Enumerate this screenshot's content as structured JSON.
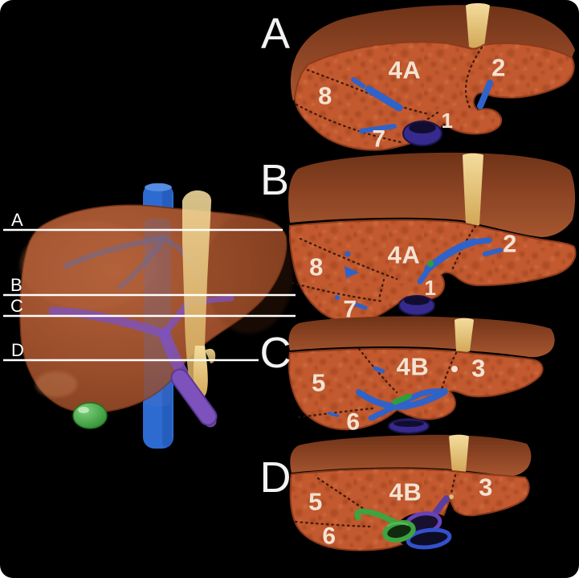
{
  "colors": {
    "background": "#000000",
    "page_background": "#ffffff",
    "cut_face": "#c2592f",
    "top_band": "#8a4424",
    "overview_liver": "#9a4e2b",
    "ligament_tan": "#e9c87d",
    "vessel_blue": "#2f63c9",
    "ivc_navy": "#372a8e",
    "portal_purple": "#7e52bd",
    "ivc_tube_blue": "#2e6bd0",
    "gallbladder_green": "#3fa33f",
    "bile_green": "#2f9e3f",
    "section_line": "#ffffff",
    "segment_label": "#f3e3d3",
    "letter_label": "#f2f2f2",
    "divider_dash": "#2a1206"
  },
  "overview": {
    "lines": [
      {
        "label": "A"
      },
      {
        "label": "B"
      },
      {
        "label": "C"
      },
      {
        "label": "D"
      }
    ]
  },
  "sections": [
    {
      "label": "A",
      "segments": [
        {
          "label": "8"
        },
        {
          "label": "4A"
        },
        {
          "label": "2"
        },
        {
          "label": "1"
        },
        {
          "label": "7"
        }
      ]
    },
    {
      "label": "B",
      "segments": [
        {
          "label": "8"
        },
        {
          "label": "4A"
        },
        {
          "label": "2"
        },
        {
          "label": "1"
        },
        {
          "label": "7"
        }
      ]
    },
    {
      "label": "C",
      "segments": [
        {
          "label": "5"
        },
        {
          "label": "4B"
        },
        {
          "label": "3"
        },
        {
          "label": "6"
        }
      ]
    },
    {
      "label": "D",
      "segments": [
        {
          "label": "5"
        },
        {
          "label": "4B"
        },
        {
          "label": "3"
        },
        {
          "label": "6"
        }
      ]
    }
  ]
}
